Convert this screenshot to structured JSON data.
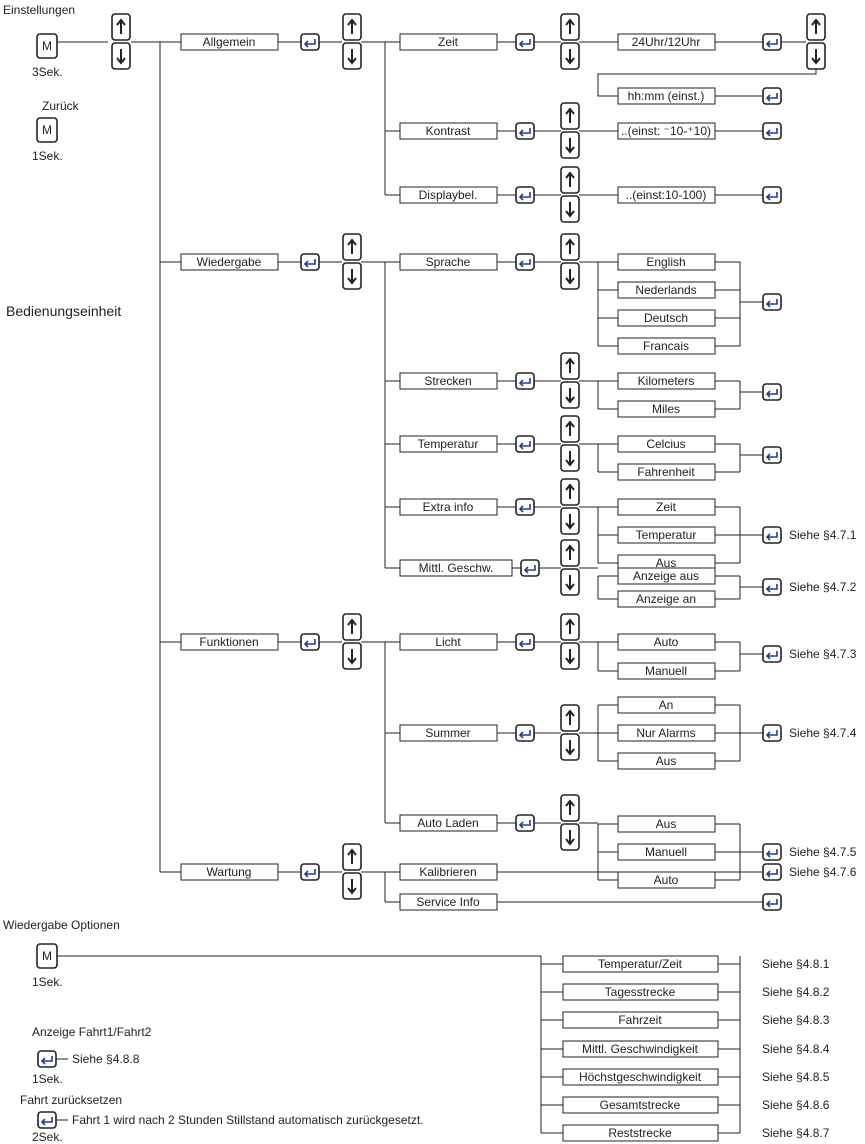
{
  "diagram": {
    "title": "Bedienungseinheit",
    "left_notes": {
      "settings": {
        "title": "Einstellungen",
        "key": "M",
        "time": "3Sek."
      },
      "back": {
        "title": "Zurück",
        "key": "M",
        "time": "1Sek."
      },
      "display_options": {
        "title": "Wiedergabe Optionen",
        "key": "M",
        "time": "1Sek."
      },
      "trip_toggle": {
        "title": "Anzeige Fahrt1/Fahrt2",
        "ref": "Siehe §4.8.8",
        "time": "1Sek."
      },
      "trip_reset": {
        "title": "Fahrt zurücksetzen",
        "desc": "Fahrt 1 wird nach 2 Stunden Stillstand automatisch zurückgesetzt.",
        "time": "2Sek."
      }
    },
    "menus": {
      "allgemein": "Allgemein",
      "wiedergabe": "Wiedergabe",
      "funktionen": "Funktionen",
      "wartung": "Wartung"
    },
    "submenus": {
      "zeit": "Zeit",
      "kontrast": "Kontrast",
      "displaybel": "Displaybel.",
      "sprache": "Sprache",
      "strecken": "Strecken",
      "temperatur": "Temperatur",
      "extra_info": "Extra info",
      "mittl_geschw": "Mittl. Geschw.",
      "licht": "Licht",
      "summer": "Summer",
      "auto_laden": "Auto Laden",
      "kalibrieren": "Kalibrieren",
      "service_info": "Service Info"
    },
    "options": {
      "zeit_format": "24Uhr/12Uhr",
      "zeit_set": "hh:mm (einst.)",
      "kontrast": "..(einst: ⁻10-⁺10)",
      "displaybel": "..(einst:10-100)",
      "sprache": [
        "English",
        "Nederlands",
        "Deutsch",
        "Francais"
      ],
      "strecken": [
        "Kilometers",
        "Miles"
      ],
      "temperatur": [
        "Celcius",
        "Fahrenheit"
      ],
      "extra_info": [
        "Zeit",
        "Temperatur",
        "Aus"
      ],
      "mittl_geschw": [
        "Anzeige aus",
        "Anzeige an"
      ],
      "licht": [
        "Auto",
        "Manuell"
      ],
      "summer": [
        "An",
        "Nur Alarms",
        "Aus"
      ],
      "auto_laden": [
        "Aus",
        "Manuell",
        "Auto"
      ]
    },
    "refs": {
      "extra_info": "Siehe §4.7.1",
      "mittl_geschw": "Siehe §4.7.2",
      "licht": "Siehe §4.7.3",
      "summer": "Siehe §4.7.4",
      "auto_laden": "Siehe §4.7.5",
      "kalibrieren": "Siehe §4.7.6"
    },
    "display_options": [
      {
        "label": "Temperatur/Zeit",
        "ref": "Siehe §4.8.1"
      },
      {
        "label": "Tagesstrecke",
        "ref": "Siehe §4.8.2"
      },
      {
        "label": "Fahrzeit",
        "ref": "Siehe §4.8.3"
      },
      {
        "label": "Mittl. Geschwindigkeit",
        "ref": "Siehe §4.8.4"
      },
      {
        "label": "Höchstgeschwindigkeit",
        "ref": "Siehe §4.8.5"
      },
      {
        "label": "Gesamtstrecke",
        "ref": "Siehe §4.8.6"
      },
      {
        "label": "Reststrecke",
        "ref": "Siehe §4.8.7"
      }
    ],
    "icons": [
      "up-arrow-key-icon",
      "down-arrow-key-icon",
      "enter-key-icon",
      "m-key-icon"
    ],
    "colors": {
      "line": "#222222",
      "enter_icon": "#1f3d99"
    }
  }
}
